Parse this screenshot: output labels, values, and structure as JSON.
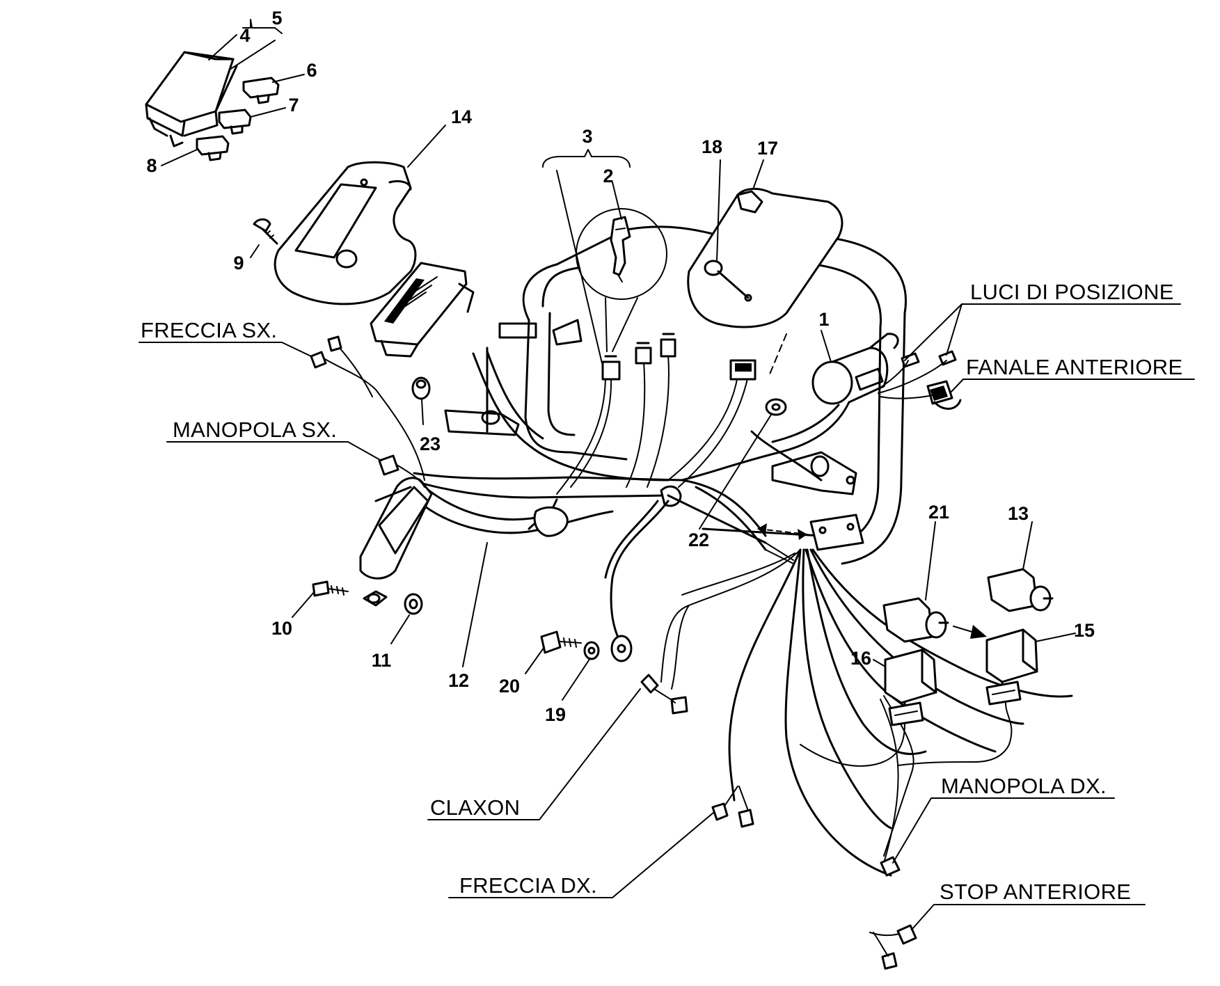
{
  "callouts": {
    "n1": "1",
    "n2": "2",
    "n3": "3",
    "n4": "4",
    "n5": "5",
    "n6": "6",
    "n7": "7",
    "n8": "8",
    "n9": "9",
    "n10": "10",
    "n11": "11",
    "n12": "12",
    "n13": "13",
    "n14": "14",
    "n15": "15",
    "n16": "16",
    "n17": "17",
    "n18": "18",
    "n19": "19",
    "n20": "20",
    "n21": "21",
    "n22": "22",
    "n23": "23"
  },
  "labels": {
    "freccia_sx": "FRECCIA SX.",
    "manopola_sx": "MANOPOLA SX.",
    "luci_posizione": "LUCI DI POSIZIONE",
    "fanale_anteriore": "FANALE ANTERIORE",
    "claxon": "CLAXON",
    "freccia_dx": "FRECCIA DX.",
    "manopola_dx": "MANOPOLA DX.",
    "stop_anteriore": "STOP ANTERIORE"
  }
}
